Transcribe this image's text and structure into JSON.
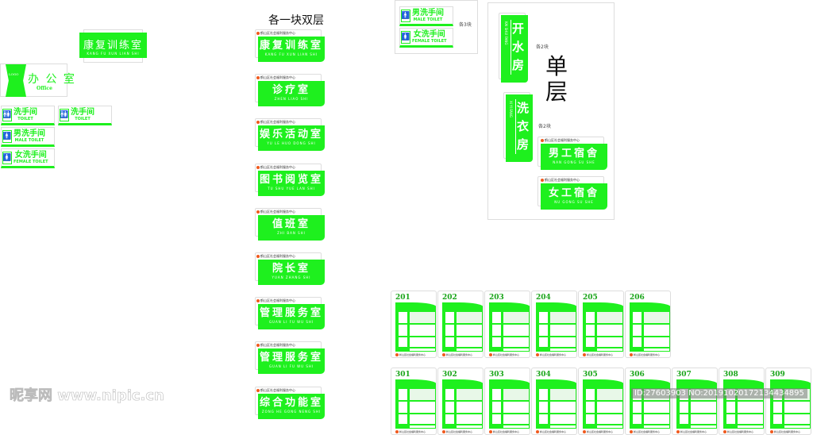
{
  "org_name": "鹤山区社会福利服务中心",
  "accent": "#1ef01e",
  "top_sign": {
    "cn": "康复训练室",
    "py": "KANG FU XUN LIAN SHI"
  },
  "office": {
    "logo": "LOGO",
    "cn": "办 公 室",
    "en": "Office"
  },
  "toilets": [
    {
      "cn": "洗手间",
      "en": "TOILET",
      "icon": "unisex-toilet-icon"
    },
    {
      "cn": "洗手间",
      "en": "TOILET",
      "icon": "unisex-toilet-icon"
    },
    {
      "cn": "男洗手间",
      "en": "MALE TOILET",
      "icon": "man-icon"
    },
    {
      "cn": "女洗手间",
      "en": "FEMALE TOILET",
      "icon": "woman-icon"
    }
  ],
  "double_title": "各一块双层",
  "double_signs": [
    {
      "cn": "康复训练室",
      "py": "KANG FU XUN LIAN SHI"
    },
    {
      "cn": "诊疗室",
      "py": "ZHEN LIAO SHI"
    },
    {
      "cn": "娱乐活动室",
      "py": "YU LE HUO DONG SHI"
    },
    {
      "cn": "图书阅览室",
      "py": "TU SHU YUE LAN SHI"
    },
    {
      "cn": "值班室",
      "py": "ZHI BAN SHI"
    },
    {
      "cn": "院长室",
      "py": "YUAN ZHANG SHI"
    },
    {
      "cn": "管理服务室",
      "py": "GUAN LI FU WU SHI"
    },
    {
      "cn": "管理服务室",
      "py": "GUAN LI FU WU SHI"
    },
    {
      "cn": "综合功能室",
      "py": "ZONG HE GONG NENG SHI"
    }
  ],
  "toilet_box": {
    "male": {
      "cn": "男洗手间",
      "en": "MALE TOILET"
    },
    "female": {
      "cn": "女洗手间",
      "en": "FEMALE TOILET"
    },
    "note": "各3块"
  },
  "single": {
    "title": "单层",
    "note1": "各2块",
    "note2": "各2块",
    "vertical": [
      {
        "cn": "开水房",
        "py": "KAI SHUI FANG"
      },
      {
        "cn": "洗衣房",
        "py": "XI YI FANG"
      }
    ],
    "dorms": [
      {
        "cn": "男工宿舍",
        "py": "NAN GONG SU SHE"
      },
      {
        "cn": "女工宿舍",
        "py": "NU GONG SU SHE"
      }
    ]
  },
  "rooms_row1": [
    "201",
    "202",
    "203",
    "204",
    "205",
    "206"
  ],
  "rooms_row2": [
    "301",
    "302",
    "303",
    "304",
    "305",
    "306",
    "307",
    "308",
    "309"
  ],
  "watermark": {
    "site": "昵享网 www.nipic.cn",
    "id": "ID:27603903 NO:20191020172134434895"
  }
}
